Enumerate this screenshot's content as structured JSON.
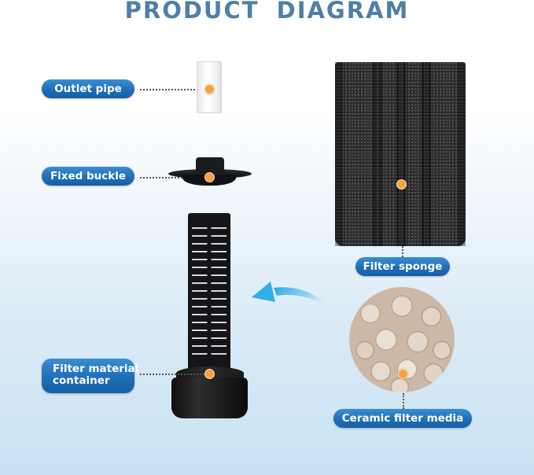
{
  "title": "PRODUCT  DIAGRAM",
  "labels": {
    "outlet_pipe": "Outlet pipe",
    "fixed_buckle": "Fixed buckle",
    "filter_material_container_line1": "Filter material",
    "filter_material_container_line2": "container",
    "filter_sponge": "Filter sponge",
    "ceramic_filter_media": "Ceramic filter media"
  },
  "colors": {
    "title": "#4f7ea8",
    "label_bg": "#1f6eb8",
    "label_text": "#ffffff",
    "marker": "#f5a345",
    "arrow": "#2fb0ea",
    "background_bottom": "#c8e2f3"
  },
  "icons": {
    "arrow": "curved-arrow-left"
  }
}
